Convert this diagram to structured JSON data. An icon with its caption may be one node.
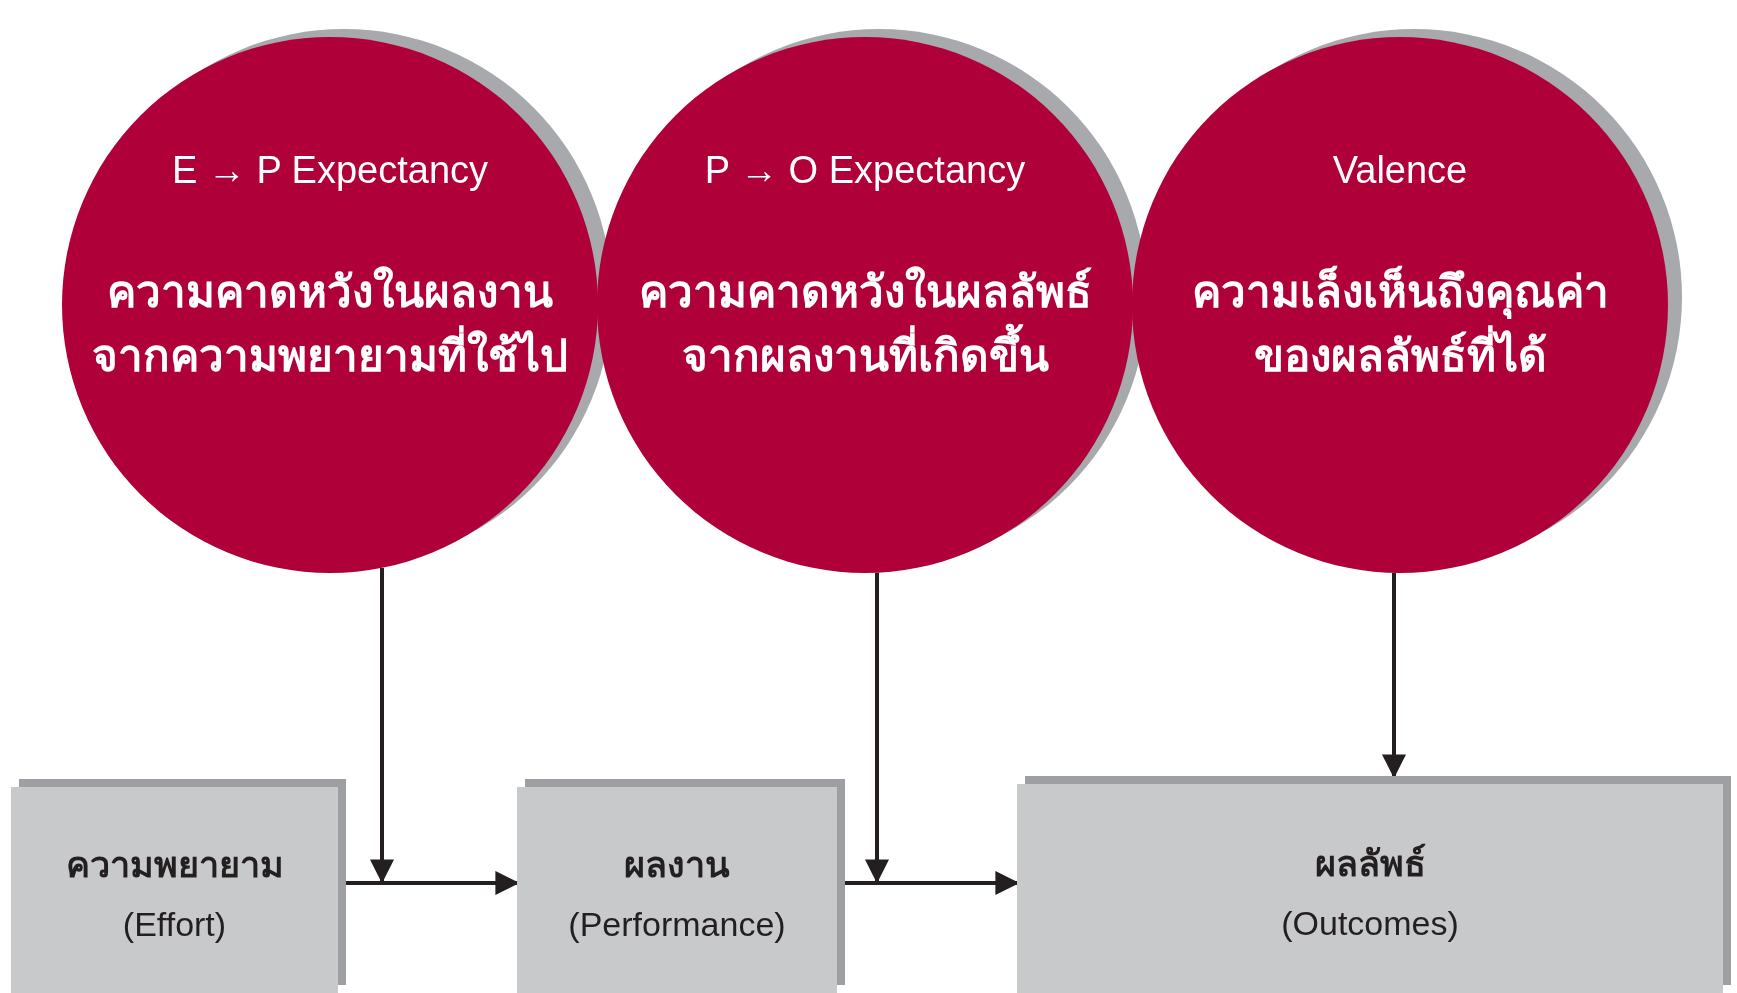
{
  "diagram": {
    "nodes": [
      {
        "text": [
          "E → P Expectancy",
          "ความคาดหวังในผลงาน จากความพยายามที่ใช้ไป"
        ]
      },
      {
        "text": [
          "P → O Expectancy",
          "ความคาดหวังในผลลัพธ์ จากผลงานที่เกิดขึ้น"
        ]
      },
      {
        "text": [
          "Valence",
          "ความเล็งเห็นถึงคุณค่า ของผลลัพธ์ที่ได้"
        ]
      },
      {
        "text": [
          "ความพยายาม",
          "(Effort)"
        ]
      },
      {
        "text": [
          "ผลงาน",
          "(Performance)"
        ]
      },
      {
        "text": [
          "ผลลัพธ์",
          "(Outcomes)"
        ]
      }
    ],
    "edges": [
      {
        "from": 3,
        "to": 4,
        "arrow": "to"
      },
      {
        "from": 4,
        "to": 5,
        "arrow": "to"
      },
      {
        "from": 0,
        "to": 3,
        "arrow": "to"
      },
      {
        "from": 1,
        "to": 4,
        "arrow": "to"
      },
      {
        "from": 2,
        "to": 5,
        "arrow": "to"
      }
    ]
  }
}
